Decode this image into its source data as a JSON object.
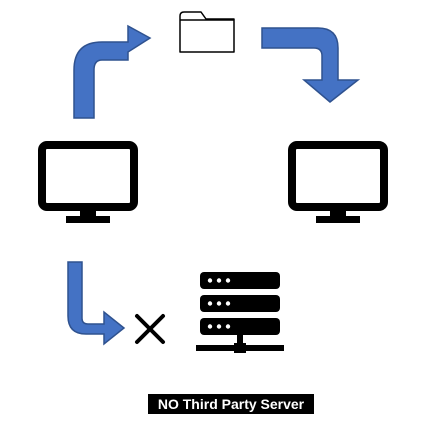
{
  "caption": "NO Third Party Server",
  "nodes": [
    {
      "id": "computer-left",
      "icon": "monitor-icon"
    },
    {
      "id": "computer-right",
      "icon": "monitor-icon"
    },
    {
      "id": "shared-file",
      "icon": "folder-icon"
    },
    {
      "id": "third-party-server",
      "icon": "server-icon"
    }
  ],
  "edges": [
    {
      "from": "computer-left",
      "to": "shared-file",
      "style": "arrow"
    },
    {
      "from": "shared-file",
      "to": "computer-right",
      "style": "arrow"
    },
    {
      "from": "computer-left",
      "to": "third-party-server",
      "style": "blocked-arrow"
    }
  ],
  "colors": {
    "arrow_fill": "#4472C4",
    "arrow_stroke": "#2F528F",
    "icon": "#000000"
  }
}
